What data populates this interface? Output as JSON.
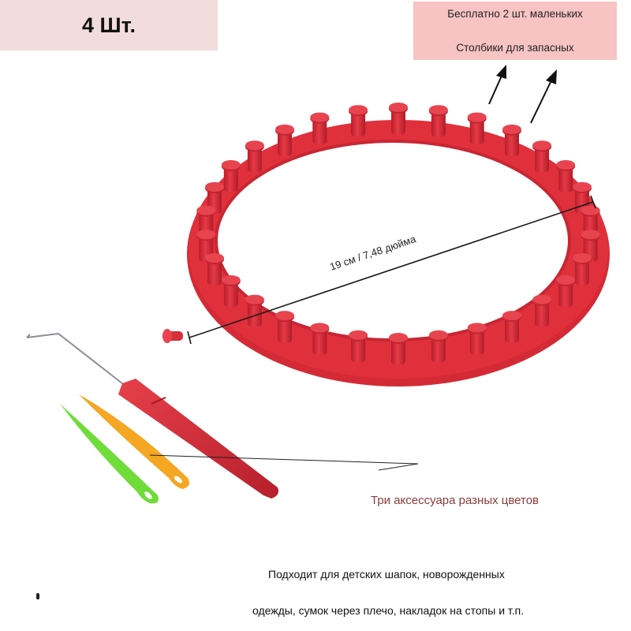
{
  "header": {
    "quantity_label": "4 Шт."
  },
  "bonus_note": {
    "line1": "Бесплатно 2 шт. маленьких",
    "line2": "Столбики для запасных",
    "color": "#f7c3c3"
  },
  "dimension": {
    "label": "19 см / 7,48 дюйма"
  },
  "accessories": {
    "caption": "Три аксессуара разных цветов",
    "colors": {
      "hook_handle": "#d62f3a",
      "needle_yellow": "#f5a623",
      "needle_green": "#6fdc3a"
    }
  },
  "usage": {
    "line1": "Подходит для детских шапок, новорожденных",
    "line2": "одежды, сумок через плечо, накладок на стопы и т.п."
  },
  "product": {
    "loom_color": "#e0303c"
  }
}
